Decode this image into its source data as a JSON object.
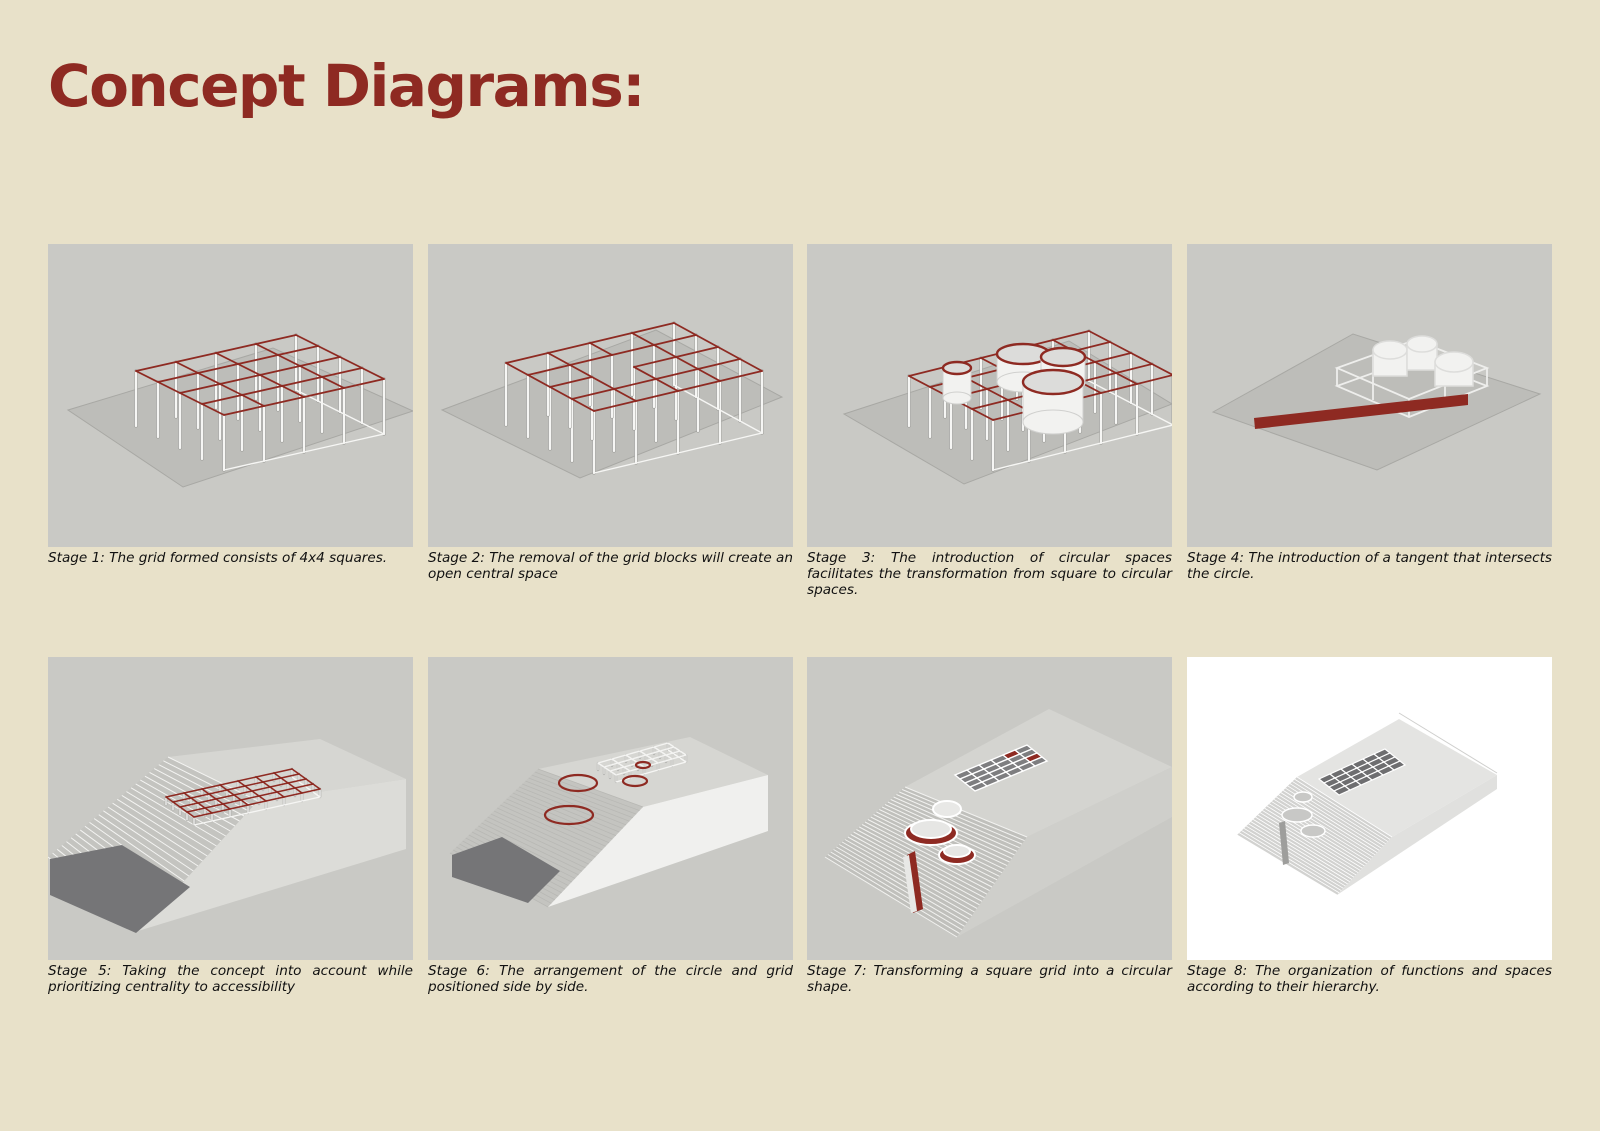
{
  "page": {
    "title": "Concept Diagrams:"
  },
  "colors": {
    "background": "#e8e1c9",
    "accent": "#8e2a22",
    "panel": "#c9c9c5"
  },
  "stages": [
    {
      "caption": "Stage 1: The grid formed consists of 4x4 squares."
    },
    {
      "caption": "Stage 2: The removal of the grid blocks will create an open central space"
    },
    {
      "caption": "Stage 3: The introduction of circular spaces facilitates the transformation from square to circular spaces."
    },
    {
      "caption": "Stage 4: The introduction of a tangent that intersects the circle."
    },
    {
      "caption": "Stage 5: Taking the concept into account while prioritizing centrality to accessibility"
    },
    {
      "caption": "Stage 6: The arrangement of the circle and grid positioned side by side."
    },
    {
      "caption": "Stage 7: Transforming a square grid into a circular shape."
    },
    {
      "caption": "Stage 8: The organization of functions and spaces according to their hierarchy."
    }
  ]
}
